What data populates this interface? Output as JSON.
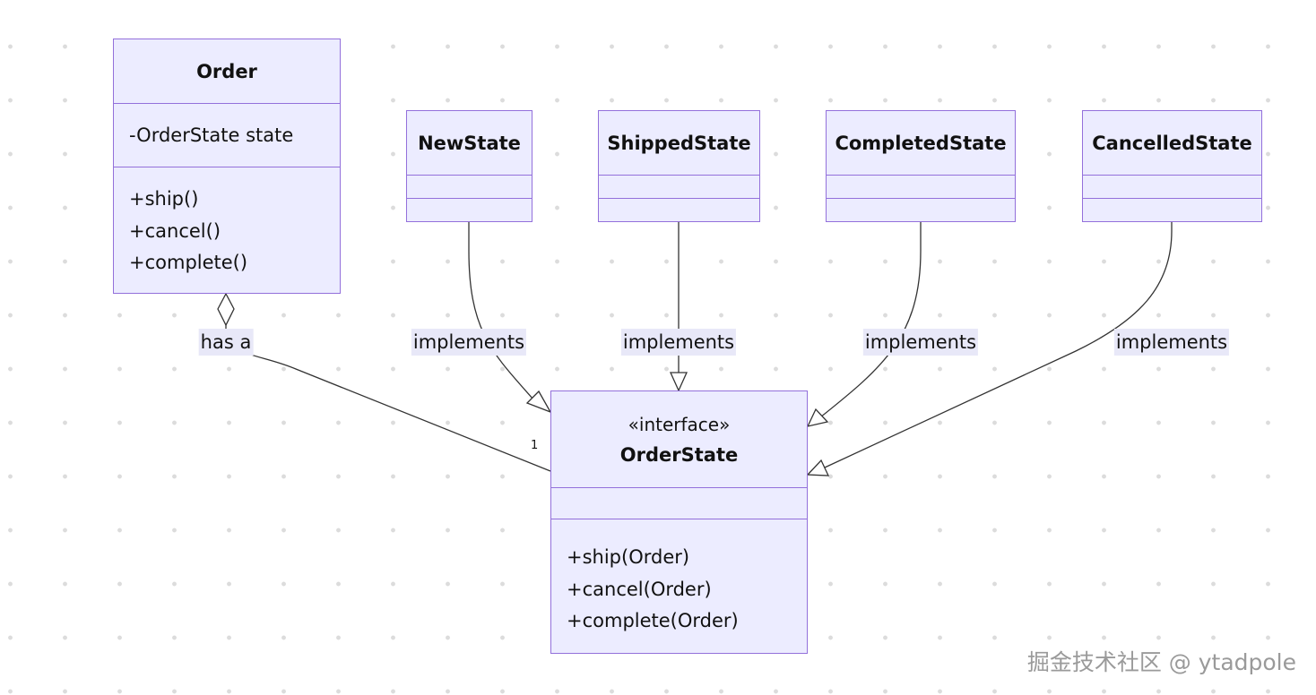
{
  "classes": {
    "order": {
      "name": "Order",
      "attributes": [
        "-OrderState state"
      ],
      "methods": [
        "+ship()",
        "+cancel()",
        "+complete()"
      ]
    },
    "new_state": {
      "name": "NewState"
    },
    "shipped_state": {
      "name": "ShippedState"
    },
    "completed_state": {
      "name": "CompletedState"
    },
    "cancelled_state": {
      "name": "CancelledState"
    },
    "order_state": {
      "stereotype": "«interface»",
      "name": "OrderState",
      "methods": [
        "+ship(Order)",
        "+cancel(Order)",
        "+complete(Order)"
      ]
    }
  },
  "relations": {
    "has_a": {
      "label": "has a",
      "multiplicity": "1"
    },
    "implements_new": {
      "label": "implements"
    },
    "implements_shipped": {
      "label": "implements"
    },
    "implements_completed": {
      "label": "implements"
    },
    "implements_cancelled": {
      "label": "implements"
    }
  },
  "colors": {
    "class_fill": "#ececff",
    "class_border": "#9370db",
    "edge": "#333333",
    "label_background": "#e8e8f8"
  },
  "watermark": "掘金技术社区 @ ytadpole"
}
